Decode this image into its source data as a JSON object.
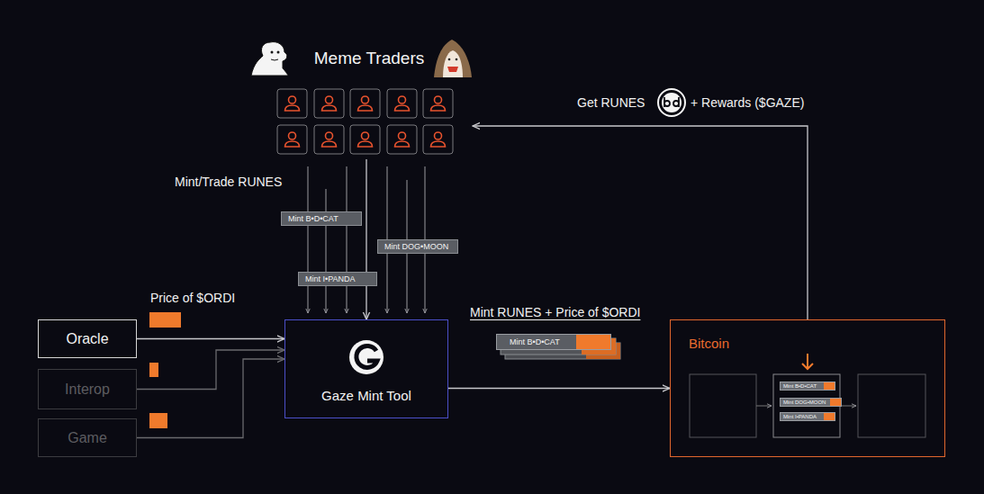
{
  "diagram": {
    "nodes": [
      {
        "text": [
          "Meme Traders"
        ]
      },
      {
        "text": [
          "Oracle"
        ]
      },
      {
        "text": [
          "Interop"
        ]
      },
      {
        "text": [
          "Game"
        ]
      },
      {
        "text": [
          "Gaze Mint Tool"
        ]
      },
      {
        "text": [
          "Mint B•D•CAT"
        ]
      },
      {
        "text": [
          "Mint DOG•MOON"
        ]
      },
      {
        "text": [
          "Mint I•PANDA"
        ]
      },
      {
        "text": [
          "Mint B•D•CAT"
        ]
      },
      {
        "text": [
          "Bitcoin"
        ]
      },
      {
        "text": [
          "Mint B•D•CAT"
        ],
        "in": 9
      },
      {
        "text": [
          "Mint DOG•MOON"
        ],
        "in": 9
      },
      {
        "text": [
          "Mint I•PANDA"
        ],
        "in": 9
      }
    ],
    "edges": [
      {
        "from": 0,
        "to": 4,
        "arrow": "to"
      },
      {
        "from": 1,
        "to": 4,
        "arrow": "to"
      },
      {
        "from": 2,
        "to": 4,
        "arrow": "to"
      },
      {
        "from": 3,
        "to": 4,
        "arrow": "to"
      },
      {
        "from": 4,
        "to": 9,
        "arrow": "to"
      },
      {
        "from": 9,
        "to": 0,
        "arrow": "to"
      }
    ],
    "labels": [
      "Mint/Trade RUNES",
      "Price of $ORDI",
      "Mint RUNES + Price of $ORDI",
      "Get RUNES",
      "+ Rewards ($GAZE)"
    ]
  }
}
